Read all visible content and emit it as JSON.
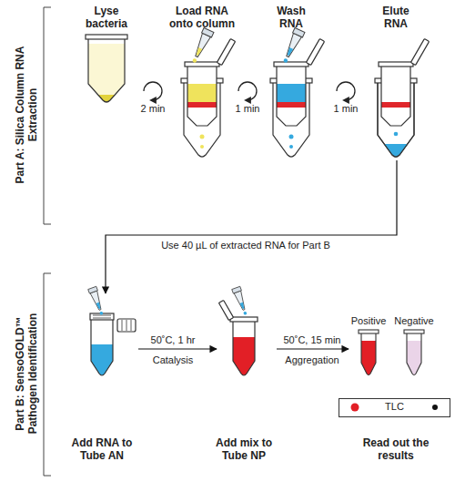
{
  "diagram": {
    "nodes": [
      {
        "text": [
          "Part A: Silica Column RNA Extraction"
        ]
      },
      {
        "text": [
          "Lyse bacteria"
        ],
        "in": 0
      },
      {
        "text": [
          "Load RNA onto column"
        ],
        "in": 0
      },
      {
        "text": [
          "Wash RNA"
        ],
        "in": 0
      },
      {
        "text": [
          "Elute RNA"
        ],
        "in": 0
      },
      {
        "text": [
          "Part B: SensoGOLD™ Pathogen Identification"
        ]
      },
      {
        "text": [
          "Add RNA to Tube AN"
        ],
        "in": 5
      },
      {
        "text": [
          "Add mix to Tube NP"
        ],
        "in": 5
      },
      {
        "text": [
          "Read out the results"
        ],
        "in": 5
      },
      {
        "text": [
          "TLC"
        ],
        "in": 5
      }
    ],
    "edges": [
      {
        "from": 4,
        "to": 6,
        "label": "Use 40 µL of extracted RNA for Part B",
        "arrow": "to"
      },
      {
        "from": 6,
        "to": 7,
        "label": "50˚C, 1 hr",
        "arrow": "to"
      },
      {
        "from": 7,
        "to": 8,
        "label": "50˚C, 15 min",
        "arrow": "to"
      }
    ],
    "labels": [
      "2 min",
      "1 min",
      "1 min",
      "Catalysis",
      "Aggregation",
      "Positive",
      "Negative"
    ]
  }
}
